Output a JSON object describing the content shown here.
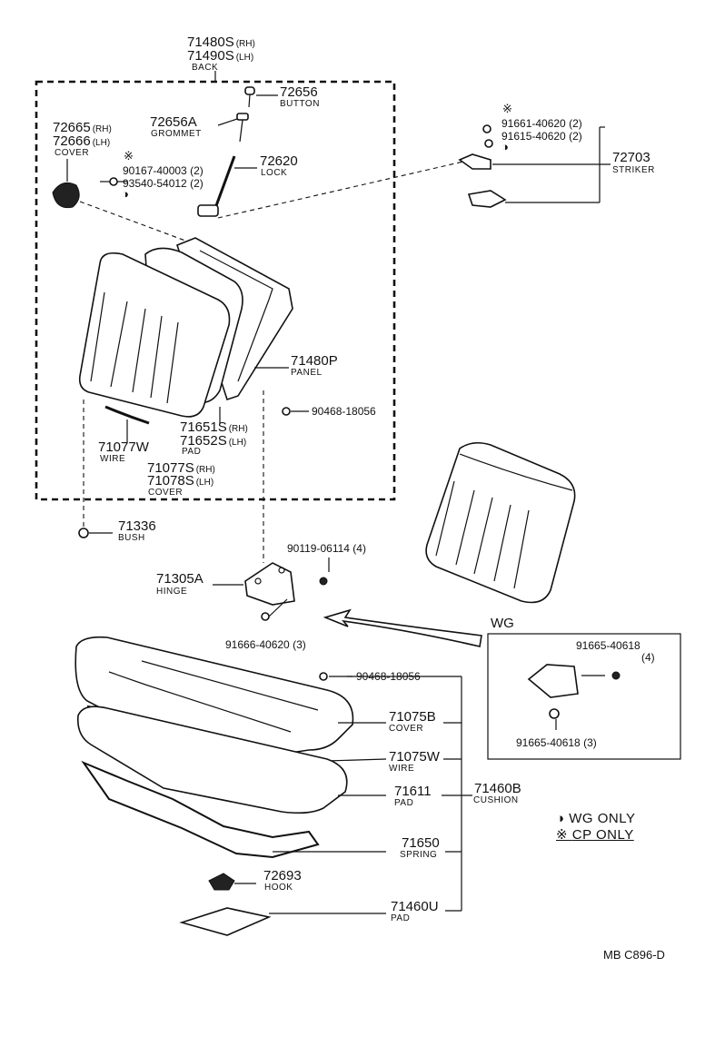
{
  "back": {
    "part_rh": "71480S",
    "side_rh": "(RH)",
    "part_lh": "71490S",
    "side_lh": "(LH)",
    "name": "BACK"
  },
  "parts": {
    "button": {
      "no": "72656",
      "name": "BUTTON"
    },
    "grommet": {
      "no": "72656A",
      "name": "GROMMET"
    },
    "lock": {
      "no": "72620",
      "name": "LOCK"
    },
    "cover_back": {
      "no_rh": "72665",
      "side_rh": "(RH)",
      "no_lh": "72666",
      "side_lh": "(LH)",
      "name": "COVER"
    },
    "screw1": {
      "mark": "※",
      "no": "90167-40003 (2)"
    },
    "screw2": {
      "no": "93540-54012 (2)"
    },
    "bolt_striker1": {
      "mark": "※",
      "no": "91661-40620 (2)"
    },
    "bolt_striker2": {
      "no": "91615-40620 (2)"
    },
    "striker": {
      "no": "72703",
      "name": "STRIKER"
    },
    "panel": {
      "no": "71480P",
      "name": "PANEL"
    },
    "clip_back": {
      "no": "90468-18056"
    },
    "pad_back": {
      "no_rh": "71651S",
      "side_rh": "(RH)",
      "no_lh": "71652S",
      "side_lh": "(LH)",
      "name": "PAD"
    },
    "wire_back": {
      "no": "71077W",
      "name": "WIRE"
    },
    "cover_back2": {
      "no_rh": "71077S",
      "side_rh": "(RH)",
      "no_lh": "71078S",
      "side_lh": "(LH)",
      "name": "COVER"
    },
    "bush": {
      "no": "71336",
      "name": "BUSH"
    },
    "hinge_bolt": {
      "no": "90119-06114 (4)"
    },
    "hinge": {
      "no": "71305A",
      "name": "HINGE"
    },
    "hinge_bolt2": {
      "no": "91666-40620 (3)"
    },
    "wg_title": "WG",
    "wg_bolt1": {
      "no": "91665-40618",
      "qty": "(4)"
    },
    "wg_bolt2": {
      "no": "91665-40618 (3)"
    },
    "clip_cushion": {
      "no": "90468-18056"
    },
    "cover_cushion": {
      "no": "71075B",
      "name": "COVER"
    },
    "wire_cushion": {
      "no": "71075W",
      "name": "WIRE"
    },
    "pad_cushion": {
      "no": "71611",
      "name": "PAD"
    },
    "cushion": {
      "no": "71460B",
      "name": "CUSHION"
    },
    "spring": {
      "no": "71650",
      "name": "SPRING"
    },
    "hook": {
      "no": "72693",
      "name": "HOOK"
    },
    "pad_bottom": {
      "no": "71460U",
      "name": "PAD"
    }
  },
  "legend": {
    "wg_only": "WG ONLY",
    "cp_only": "CP ONLY",
    "wg_symbol": "◑",
    "cp_symbol": "※"
  },
  "footer": {
    "code": "MB  C896-D"
  }
}
